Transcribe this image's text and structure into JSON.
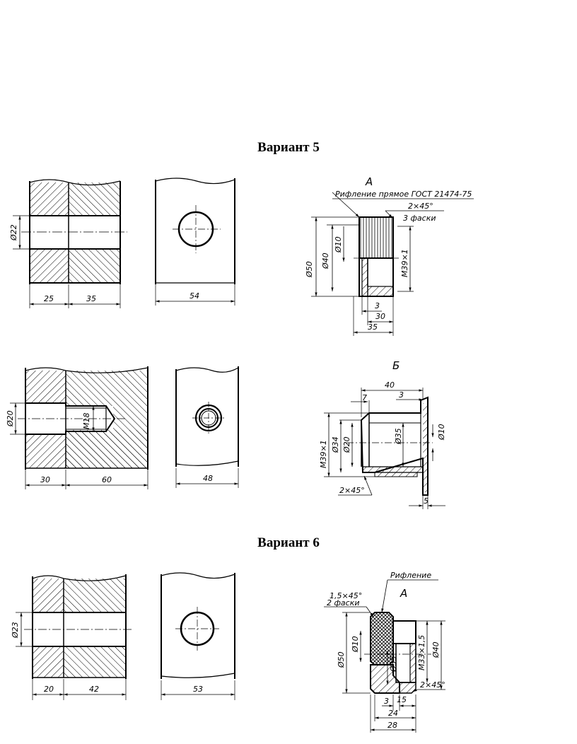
{
  "variant5": {
    "title": "Вариант 5",
    "row1": {
      "section": {
        "dia": "Ø22",
        "w1": "25",
        "w2": "35"
      },
      "plate": {
        "w": "54"
      },
      "part": {
        "label": "А",
        "note1": "Рифление прямое ГОСТ 21474-75",
        "note2": "2×45°",
        "note3": "3 фаски",
        "d50": "Ø50",
        "d40": "Ø40",
        "d10": "Ø10",
        "thread": "M39×1",
        "h3": "3",
        "h30": "30",
        "h35": "35"
      }
    },
    "row2": {
      "section": {
        "dia": "Ø20",
        "thread": "M18",
        "w1": "30",
        "w2": "60"
      },
      "plate": {
        "w": "48"
      },
      "part": {
        "label": "Б",
        "d40": "40",
        "d7": "7",
        "d3": "3",
        "thread": "M39×1",
        "d34": "Ø34",
        "d20": "Ø20",
        "d35": "Ø35",
        "d10": "Ø10",
        "chamfer": "2×45°",
        "d5": "5"
      }
    }
  },
  "variant6": {
    "title": "Вариант 6",
    "section": {
      "dia": "Ø23",
      "w1": "20",
      "w2": "42"
    },
    "plate": {
      "w": "53"
    },
    "part": {
      "note": "Рифление",
      "label": "А",
      "chamfer1": "1,5×45°",
      "chamfer1b": "2 фаски",
      "d50": "Ø50",
      "d10": "Ø10",
      "d35": "Ø35",
      "thread": "M33×1,5",
      "d40": "Ø40",
      "chamfer2": "2×45°",
      "h3": "3",
      "h15": "15",
      "h24": "24",
      "h28": "28"
    }
  }
}
